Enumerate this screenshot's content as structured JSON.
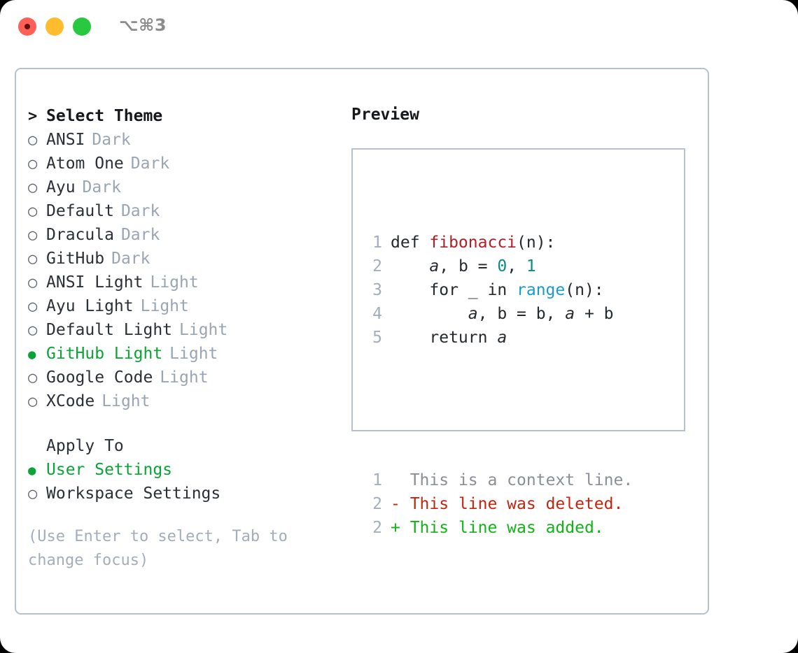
{
  "titlebar": {
    "shortcut": "⌥⌘3",
    "buttons": [
      {
        "name": "close",
        "color": "#ff5f57"
      },
      {
        "name": "minimize",
        "color": "#ffbd2e"
      },
      {
        "name": "zoom",
        "color": "#28c840"
      }
    ]
  },
  "theme_picker": {
    "heading_marker": ">",
    "heading": "Select Theme",
    "marker_unselected": "○",
    "marker_selected": "●",
    "items": [
      {
        "label": "ANSI",
        "tag": "Dark",
        "selected": false
      },
      {
        "label": "Atom One",
        "tag": "Dark",
        "selected": false
      },
      {
        "label": "Ayu",
        "tag": "Dark",
        "selected": false
      },
      {
        "label": "Default",
        "tag": "Dark",
        "selected": false
      },
      {
        "label": "Dracula",
        "tag": "Dark",
        "selected": false
      },
      {
        "label": "GitHub",
        "tag": "Dark",
        "selected": false
      },
      {
        "label": "ANSI Light",
        "tag": "Light",
        "selected": false
      },
      {
        "label": "Ayu Light",
        "tag": "Light",
        "selected": false
      },
      {
        "label": "Default Light",
        "tag": "Light",
        "selected": false
      },
      {
        "label": "GitHub Light",
        "tag": "Light",
        "selected": true
      },
      {
        "label": "Google Code",
        "tag": "Light",
        "selected": false
      },
      {
        "label": "XCode",
        "tag": "Light",
        "selected": false
      }
    ]
  },
  "apply_to": {
    "heading": "Apply To",
    "items": [
      {
        "label": "User Settings",
        "selected": true
      },
      {
        "label": "Workspace Settings",
        "selected": false
      }
    ]
  },
  "hint": "(Use Enter to select, Tab to change focus)",
  "preview": {
    "title": "Preview",
    "code_lines": [
      {
        "num": "1",
        "tokens": [
          {
            "text": "def ",
            "type": "kw"
          },
          {
            "text": "fibonacci",
            "type": "fn"
          },
          {
            "text": "(n):",
            "type": "plain"
          }
        ]
      },
      {
        "num": "2",
        "tokens": [
          {
            "text": "    ",
            "type": "plain"
          },
          {
            "text": "a",
            "type": "var"
          },
          {
            "text": ", ",
            "type": "plain"
          },
          {
            "text": "b",
            "type": "plain"
          },
          {
            "text": " = ",
            "type": "plain"
          },
          {
            "text": "0",
            "type": "num"
          },
          {
            "text": ", ",
            "type": "plain"
          },
          {
            "text": "1",
            "type": "num"
          }
        ]
      },
      {
        "num": "3",
        "tokens": [
          {
            "text": "    for _ in ",
            "type": "plain"
          },
          {
            "text": "range",
            "type": "build"
          },
          {
            "text": "(n):",
            "type": "plain"
          }
        ]
      },
      {
        "num": "4",
        "tokens": [
          {
            "text": "        ",
            "type": "plain"
          },
          {
            "text": "a",
            "type": "var"
          },
          {
            "text": ", b = b, ",
            "type": "plain"
          },
          {
            "text": "a",
            "type": "var"
          },
          {
            "text": " + b",
            "type": "plain"
          }
        ]
      },
      {
        "num": "5",
        "tokens": [
          {
            "text": "    return ",
            "type": "plain"
          },
          {
            "text": "a",
            "type": "var"
          }
        ]
      }
    ],
    "diff_lines": [
      {
        "num": "1",
        "sign": " ",
        "text": " This is a context line.",
        "kind": "context"
      },
      {
        "num": "2",
        "sign": "-",
        "text": " This line was deleted.",
        "kind": "deleted"
      },
      {
        "num": "2",
        "sign": "+",
        "text": " This line was added.",
        "kind": "added"
      }
    ]
  },
  "colors": {
    "accent_green": "#09a435",
    "border": "#b6c0ce",
    "tag_gray": "#9aa5b4",
    "hint_gray": "#a3adbb",
    "text": "#2b2f36",
    "syntax_function": "#b31d28",
    "syntax_number": "#0b8b84",
    "syntax_builtin": "#1a9ad0",
    "diff_deleted": "#c0260f",
    "diff_added": "#12b317",
    "diff_context": "#8a8f96"
  }
}
